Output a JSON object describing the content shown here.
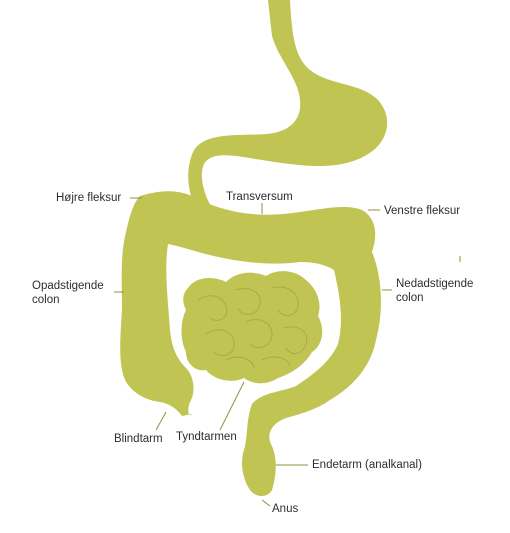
{
  "colors": {
    "organ": "#c0c453",
    "organ_dark": "#a7ab45",
    "line": "#8d9040",
    "text": "#2d2d2d"
  },
  "labels": {
    "hojre_fleksur": "Højre fleksur",
    "transversum": "Transversum",
    "venstre_fleksur": "Venstre fleksur",
    "opadstigende_line1": "Opadstigende",
    "opadstigende_line2": "colon",
    "nedadstigende_line1": "Nedadstigende",
    "nedadstigende_line2": "colon",
    "blindtarm": "Blindtarm",
    "tyndtarmen": "Tyndtarmen",
    "endetarm": "Endetarm (analkanal)",
    "anus": "Anus"
  }
}
